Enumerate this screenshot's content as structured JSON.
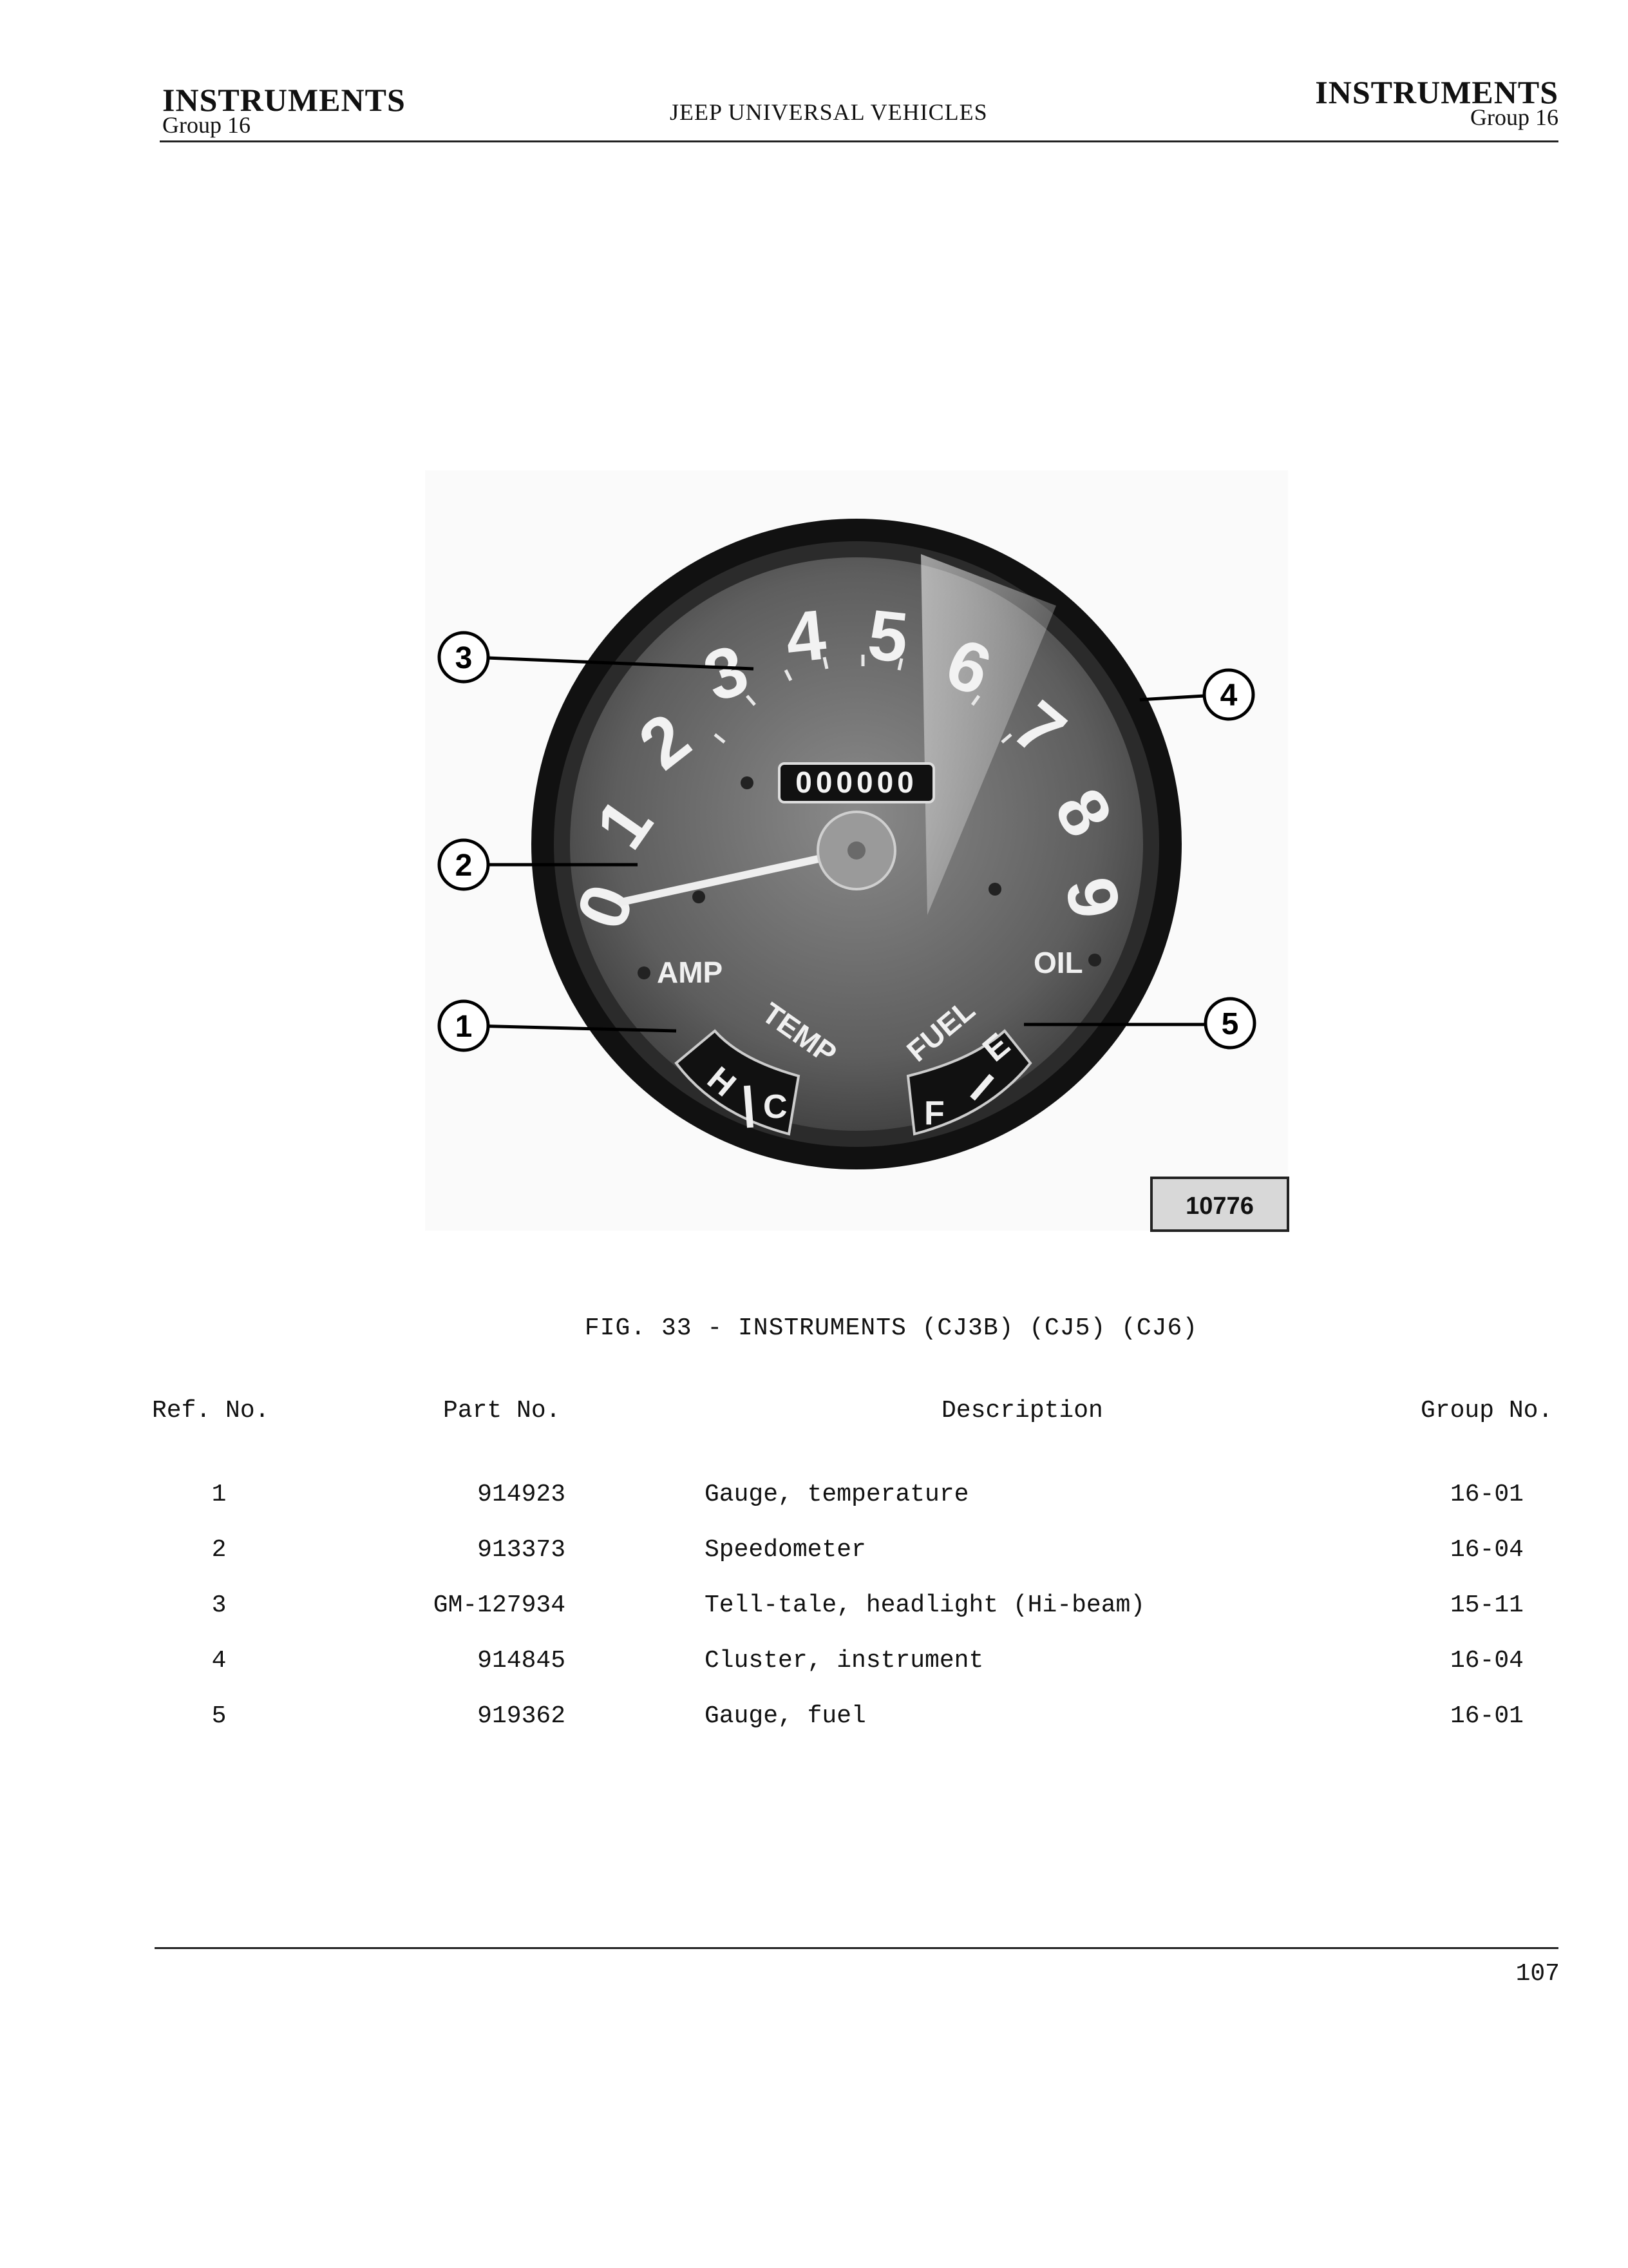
{
  "header": {
    "left_title": "INSTRUMENTS",
    "left_group": "Group 16",
    "center": "JEEP UNIVERSAL VEHICLES",
    "right_title": "INSTRUMENTS",
    "right_group": "Group 16"
  },
  "figure": {
    "callouts": [
      "3",
      "2",
      "1",
      "4",
      "5"
    ],
    "dial_numbers": [
      "0",
      "1",
      "2",
      "3",
      "4",
      "5",
      "6",
      "7",
      "8",
      "9"
    ],
    "odometer": "000000",
    "labels": {
      "amp": "AMP",
      "oil": "OIL",
      "temp": "TEMP",
      "fuel": "FUEL",
      "hot": "H",
      "cold": "C",
      "full": "F",
      "empty": "E"
    },
    "image_number": "10776",
    "caption": "FIG. 33 - INSTRUMENTS (CJ3B) (CJ5) (CJ6)"
  },
  "table": {
    "headers": {
      "ref": "Ref. No.",
      "part": "Part No.",
      "desc": "Description",
      "group": "Group No."
    },
    "rows": [
      {
        "ref": "1",
        "part": "914923",
        "desc": "Gauge, temperature",
        "group": "16-01"
      },
      {
        "ref": "2",
        "part": "913373",
        "desc": "Speedometer",
        "group": "16-04"
      },
      {
        "ref": "3",
        "part": "GM-127934",
        "desc": "Tell-tale, headlight (Hi-beam)",
        "group": "15-11"
      },
      {
        "ref": "4",
        "part": "914845",
        "desc": "Cluster, instrument",
        "group": "16-04"
      },
      {
        "ref": "5",
        "part": "919362",
        "desc": "Gauge, fuel",
        "group": "16-01"
      }
    ]
  },
  "footer": {
    "page_number": "107"
  }
}
